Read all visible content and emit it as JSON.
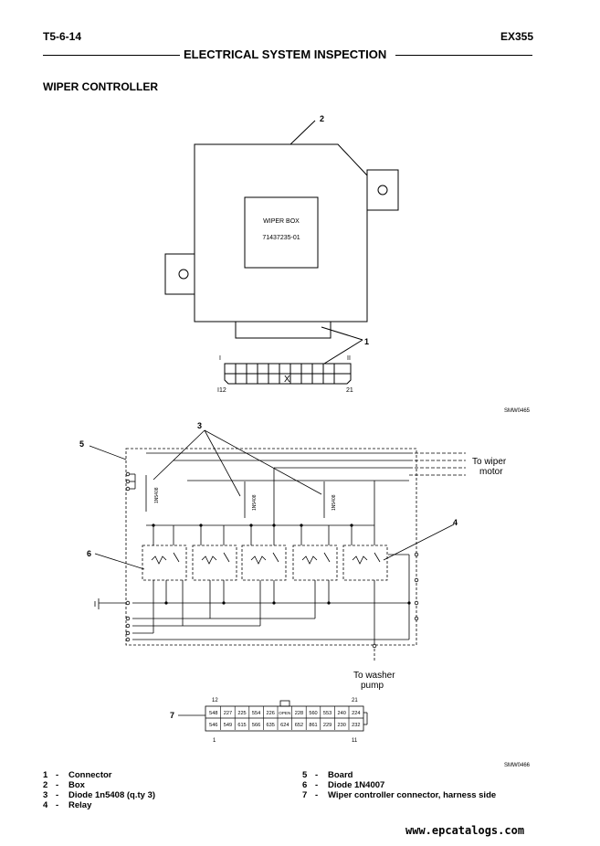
{
  "header": {
    "page_code": "T5-6-14",
    "model": "EX355",
    "section_title": "ELECTRICAL SYSTEM INSPECTION"
  },
  "subtitle": "WIPER CONTROLLER",
  "figure1": {
    "box_label_line1": "WIPER BOX",
    "box_label_line2": "71437235-01",
    "callouts": [
      "2",
      "1"
    ],
    "connector_pins": {
      "top_left": "I",
      "top_right": "II",
      "bottom_left": "I12",
      "bottom_right": "21",
      "marked": "X"
    },
    "ref": "SMW0465"
  },
  "figure2": {
    "callouts": [
      "5",
      "3",
      "6",
      "4",
      "7"
    ],
    "to_wiper_motor": [
      "To wiper",
      "motor"
    ],
    "to_washer_pump": [
      "To washer",
      "pump"
    ],
    "diode_labels": [
      "1N5408",
      "1N5408",
      "1N5408"
    ],
    "connector": {
      "top_left_num": "12",
      "top_right_num": "21",
      "bottom_left_num": "1",
      "bottom_right_num": "11",
      "row1": [
        "548",
        "227",
        "225",
        "554",
        "226",
        "OPEN",
        "228",
        "560",
        "553",
        "240",
        "224"
      ],
      "row2": [
        "546",
        "549",
        "615",
        "566",
        "635",
        "624",
        "652",
        "861",
        "229",
        "230",
        "232"
      ]
    },
    "ref": "SMW0466"
  },
  "legend": {
    "left": [
      {
        "num": "1",
        "text": "Connector"
      },
      {
        "num": "2",
        "text": "Box"
      },
      {
        "num": "3",
        "text": "Diode 1n5408 (q.ty 3)"
      },
      {
        "num": "4",
        "text": "Relay"
      }
    ],
    "right": [
      {
        "num": "5",
        "text": "Board"
      },
      {
        "num": "6",
        "text": "Diode 1N4007"
      },
      {
        "num": "7",
        "text": "Wiper controller connector, harness side"
      }
    ]
  },
  "watermark": "www.epcatalogs.com"
}
